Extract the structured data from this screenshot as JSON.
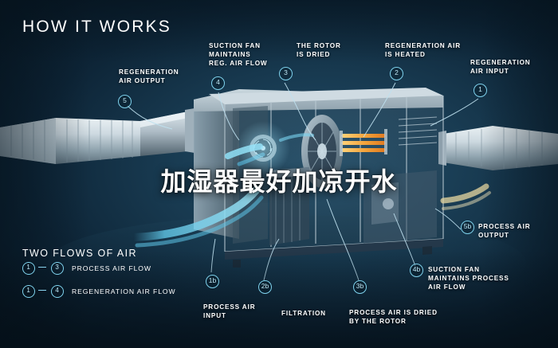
{
  "title": "HOW IT WORKS",
  "overlay_headline": "加湿器最好加凉开水",
  "colors": {
    "accent": "#7fd3ee",
    "background_deep": "#081926",
    "background_mid": "#17384e",
    "airflow_cyan": "#63c8e8",
    "heat_orange": "#f0a63c",
    "panel_light": "#d9e4ea"
  },
  "callouts": [
    {
      "id": "5",
      "label": "REGENERATION\nAIR OUTPUT",
      "lines": [
        "REGENERATION",
        "AIR OUTPUT"
      ]
    },
    {
      "id": "4",
      "label": "SUCTION FAN\nMAINTAINS\nREG. AIR FLOW",
      "lines": [
        "SUCTION FAN",
        "MAINTAINS",
        "REG. AIR FLOW"
      ]
    },
    {
      "id": "3",
      "label": "THE ROTOR\nIS DRIED",
      "lines": [
        "THE ROTOR",
        "IS DRIED"
      ]
    },
    {
      "id": "2",
      "label": "REGENERATION AIR\nIS HEATED",
      "lines": [
        "REGENERATION AIR",
        "IS HEATED"
      ]
    },
    {
      "id": "1",
      "label": "REGENERATION\nAIR INPUT",
      "lines": [
        "REGENERATION",
        "AIR INPUT"
      ]
    },
    {
      "id": "5b",
      "label": "PROCESS AIR\nOUTPUT",
      "lines": [
        "PROCESS AIR",
        "OUTPUT"
      ]
    },
    {
      "id": "4b",
      "label": "SUCTION FAN\nMAINTAINS PROCESS\nAIR FLOW",
      "lines": [
        "SUCTION FAN",
        "MAINTAINS PROCESS",
        "AIR FLOW"
      ]
    },
    {
      "id": "3b",
      "label": "PROCESS AIR IS DRIED\nBY THE ROTOR",
      "lines": [
        "PROCESS AIR IS DRIED",
        "BY THE ROTOR"
      ]
    },
    {
      "id": "2b",
      "label": "FILTRATION",
      "lines": [
        "FILTRATION"
      ]
    },
    {
      "id": "1b",
      "label": "PROCESS AIR\nINPUT",
      "lines": [
        "PROCESS AIR",
        "INPUT"
      ]
    }
  ],
  "legend": {
    "title": "TWO FLOWS OF AIR",
    "rows": [
      {
        "from": "1",
        "to": "3",
        "label": "PROCESS AIR FLOW"
      },
      {
        "from": "1",
        "to": "4",
        "label": "REGENERATION AIR FLOW"
      }
    ]
  }
}
